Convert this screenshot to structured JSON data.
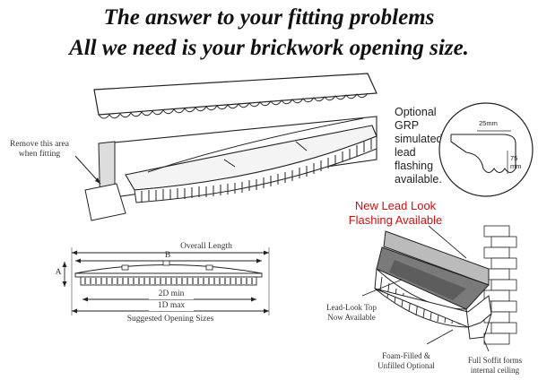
{
  "headline": {
    "line1": "The answer to your fitting problems",
    "line2": "All we need is your brickwork opening size."
  },
  "main_diagram": {
    "remove_label_1": "Remove this area",
    "remove_label_2": "when fitting"
  },
  "flashing_callout": {
    "line1": "Optional GRP",
    "line2": "simulated",
    "line3": "lead",
    "line4": "flashing",
    "line5": "available.",
    "dim_width": "25mm",
    "dim_height_num": "75",
    "dim_height_unit": "mm"
  },
  "new_lead": {
    "line1": "New Lead Look",
    "line2": "Flashing  Available",
    "color": "#cc1111"
  },
  "sizes_diagram": {
    "overall_length": "Overall Length",
    "b_label": "B",
    "a_label": "A",
    "min_label": "2D min",
    "max_label": "1D max",
    "caption": "Suggested Opening Sizes"
  },
  "cutaway": {
    "lead_top_1": "Lead-Look Top",
    "lead_top_2": "Now Available",
    "foam_1": "Foam-Filled &",
    "foam_2": "Unfilled Optional",
    "soffit_1": "Full Soffit forms",
    "soffit_2": "internal ceiling"
  }
}
